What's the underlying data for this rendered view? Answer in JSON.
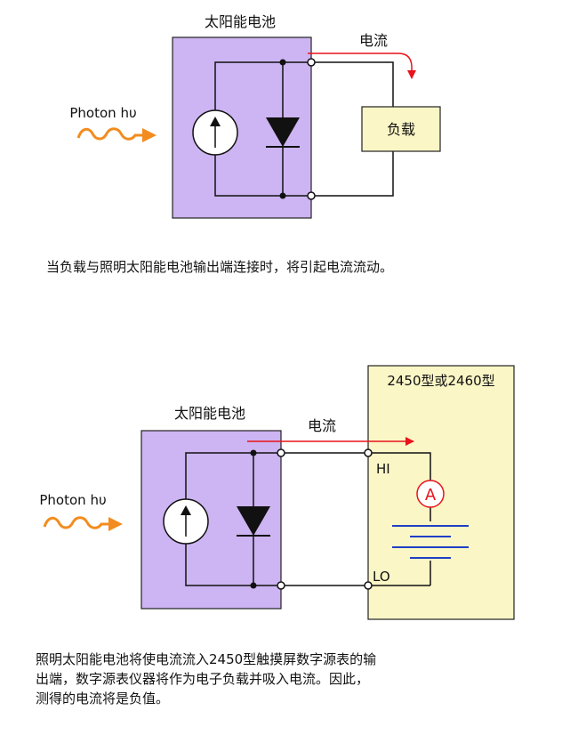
{
  "diagram1": {
    "cell_title": "太阳能电池",
    "current_label": "电流",
    "load_label": "负载",
    "photon_label": "Photon hυ"
  },
  "caption1": "当负载与照明太阳能电池输出端连接时，将引起电流流动。",
  "diagram2": {
    "instrument_title": "2450型或2460型",
    "cell_title": "太阳能电池",
    "current_label": "电流",
    "photon_label": "Photon hυ",
    "hi_label": "HI",
    "lo_label": "LO",
    "ammeter_label": "A"
  },
  "caption2": {
    "lines": [
      "照明太阳能电池将使电流流入2450型触摸屏数字源表的输",
      "出端，数字源表仪器将作为电子负载并吸入电流。因此，",
      "测得的电流将是负值。"
    ]
  },
  "colors": {
    "cell_fill": "#cdb4f2",
    "load_fill": "#fbf6c6",
    "current_arrow": "#e8131b",
    "photon": "#f28c1e",
    "battery": "#1f3fc6"
  }
}
